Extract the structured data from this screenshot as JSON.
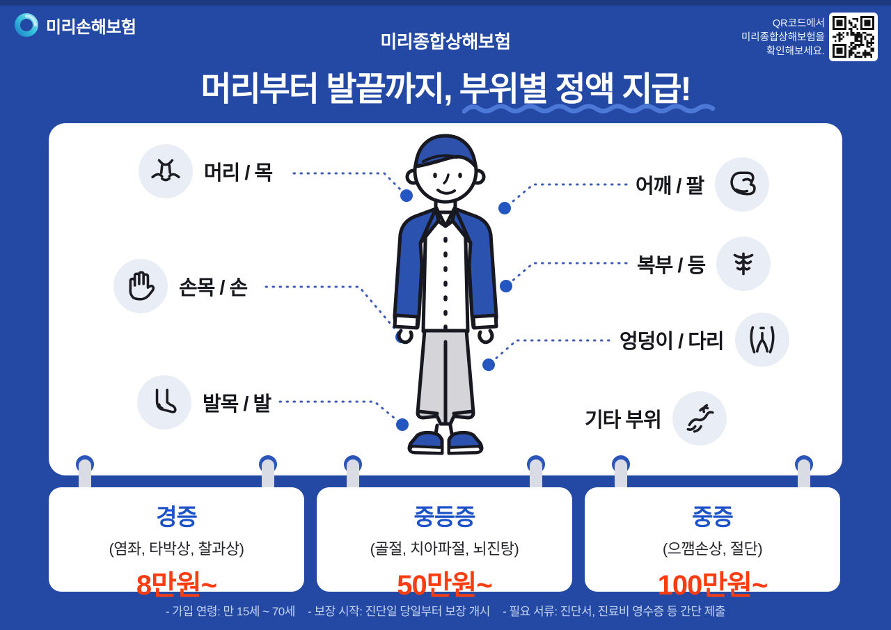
{
  "header": {
    "logo_text": "미리손해보험",
    "qr_caption": [
      "QR코드에서",
      "미리종합상해보험을",
      "확인해보세요."
    ],
    "product_name": "미리종합상해보험",
    "title": "머리부터 발끝까지, 부위별 정액 지급!"
  },
  "body_parts": [
    {
      "label": "머리 / 목",
      "icon": "head-neck-icon",
      "side": "left"
    },
    {
      "label": "손목 / 손",
      "icon": "wrist-hand-icon",
      "side": "left"
    },
    {
      "label": "발목 / 발",
      "icon": "ankle-foot-icon",
      "side": "left"
    },
    {
      "label": "어깨 / 팔",
      "icon": "shoulder-arm-icon",
      "side": "right"
    },
    {
      "label": "복부 / 등",
      "icon": "abdomen-back-icon",
      "side": "right"
    },
    {
      "label": "엉덩이 / 다리",
      "icon": "hip-leg-icon",
      "side": "right"
    },
    {
      "label": "기타 부위",
      "icon": "other-parts-icon",
      "side": "right"
    }
  ],
  "severity_cards": [
    {
      "title": "경증",
      "examples": "(염좌, 타박상, 찰과상)",
      "amount": "8만원~"
    },
    {
      "title": "중등증",
      "examples": "(골절, 치아파절, 뇌진탕)",
      "amount": "50만원~"
    },
    {
      "title": "중증",
      "examples": "(으깸손상, 절단)",
      "amount": "100만원~"
    }
  ],
  "footer": {
    "notes": [
      "- 가입 연령: 만 15세 ~ 70세",
      "- 보장 시작: 진단일 당일부터 보장 개시",
      "- 필요 서류: 진단서, 진료비 영수증 등 간단 제출"
    ]
  },
  "colors": {
    "background": "#2349A4",
    "panel": "#FFFFFF",
    "card_title_blue": "#1D53C8",
    "amount_orange": "#F93D10",
    "wave_blue": "#4C79D7",
    "dotted_line": "#3E5BBA",
    "callout_dot": "#2456C2",
    "icon_circle": "#E9EDF6",
    "ring_gray": "#D9DCE4",
    "ring_blue": "#2B55B8",
    "logo_teal": "#35C2DC"
  }
}
